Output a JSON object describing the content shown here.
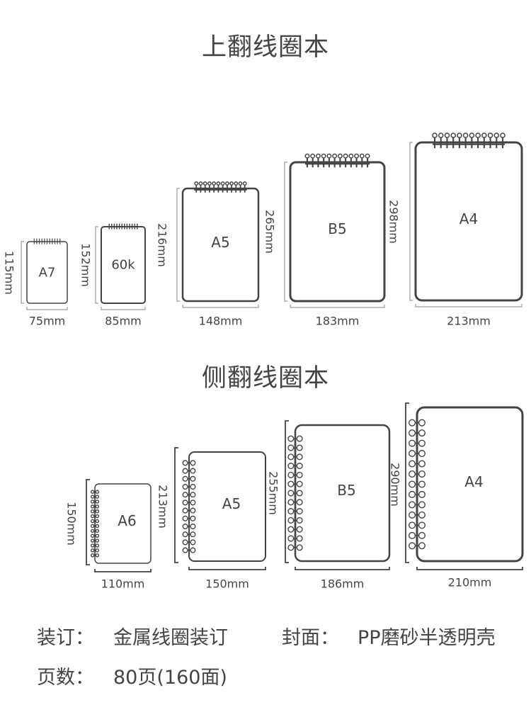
{
  "top_section": {
    "title": "上翻线圈本",
    "notebooks": [
      {
        "size": "A7",
        "height": "115mm",
        "width": "75mm"
      },
      {
        "size": "60k",
        "height": "152mm",
        "width": "85mm"
      },
      {
        "size": "A5",
        "height": "216mm",
        "width": "148mm"
      },
      {
        "size": "B5",
        "height": "265mm",
        "width": "183mm"
      },
      {
        "size": "A4",
        "height": "298mm",
        "width": "213mm"
      }
    ]
  },
  "side_section": {
    "title": "侧翻线圈本",
    "notebooks": [
      {
        "size": "A6",
        "height": "150mm",
        "width": "110mm"
      },
      {
        "size": "A5",
        "height": "213mm",
        "width": "150mm"
      },
      {
        "size": "B5",
        "height": "255mm",
        "width": "186mm"
      },
      {
        "size": "A4",
        "height": "290mm",
        "width": "210mm"
      }
    ]
  },
  "specs": {
    "binding_label": "装订：",
    "binding_value": "金属线圈装订",
    "cover_label": "封面：",
    "cover_value": "PP磨砂半透明壳",
    "pages_label": "页数：",
    "pages_value": "80页(160面)"
  },
  "colors": {
    "outline": "#444444",
    "dimension": "#999999",
    "text": "#444444"
  }
}
